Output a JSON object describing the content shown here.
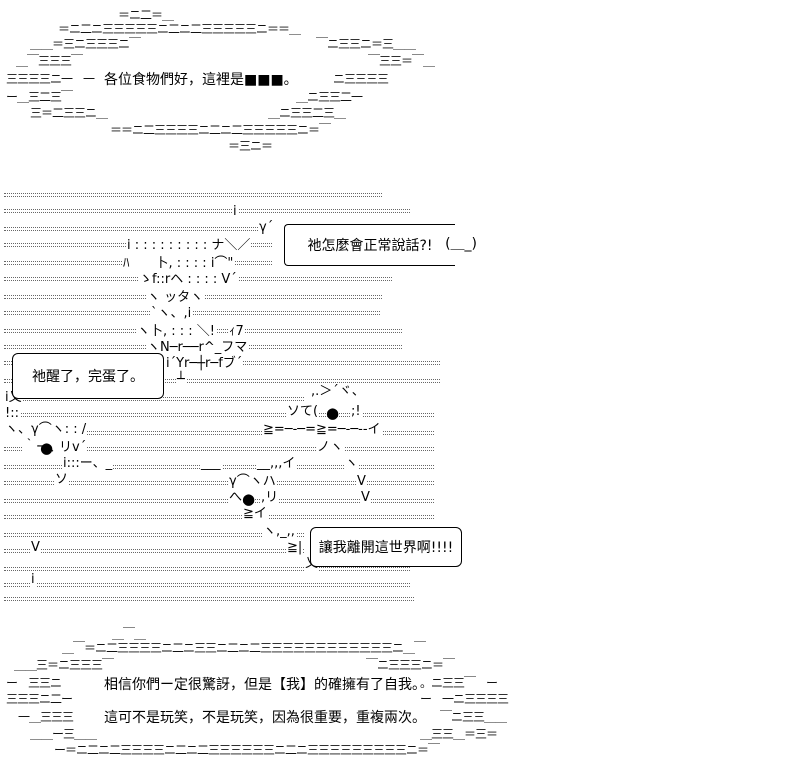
{
  "top_panel": {
    "caption": "各位食物們好，這裡是■■■。",
    "rim_top": "＝ニ二＝＿",
    "rim_lines": [
      "＝ニ二ニ三三三三三ニ二ニ二三三三三三ニ＝＝＿",
      "＿＿＝三ニ三三三ニ￣　　　　　　　　　　　　　　　　￣ニ三三ニ＝三＿＿",
      "＿￣三三三￣　　　　　　　　　　　　　　　　　　　　　　　　　　￣三三＝￣＿",
      "三三三三ニ一　一",
      "　ニ三三三三",
      "ー＿三二三￣",
      "＿ニ三三二一",
      "三＝二三三ニ＿",
      "＿ニ三三二三＿",
      "＝＝ニ二三三三三ニ二ニ二三三三三三ニ＝￣",
      "＝三ニ＝"
    ]
  },
  "scene": {
    "bubble_1": "祂怎麼會正常說話?!",
    "bubble_1_tail": "(＿_)",
    "bubble_2": "祂醒了，完蛋了。",
    "bubble_3": "讓我離開這世界啊!!!!",
    "glyphs": {
      "g1": "i",
      "g2": "γ´",
      "g3": "i : : : : : : : : : ナ＼／",
      "g4": "ﾊ　　卜, : : : : i⌒\"",
      "g5": "ゝf::rヘ : : : : V´",
      "g6": "ヽ ッタヽ",
      "g7": "`ヽ、,i",
      "g8": "ヽ卜, : : : ＼!",
      "g9": "ｨ7",
      "g10": "ヽN─r──r^_フマ",
      "g11": "ヽi´Yr─┼r─fブ´",
      "g12": "┴",
      "g13": "i乂",
      "g14": ",.＞´ヾ、",
      "g15": "ソて(",
      "g16": ";!",
      "g17": "ヽ、γ⌒ヽ: : /",
      "g18": "≧=─-─=≧=─‐─‐‐イ",
      "g19": "｀ー、_,",
      "g20": "リv´",
      "g21": "ノヽ",
      "g22": "i:::ー、_",
      "g23": "___",
      "g24": "__,,,イ",
      "g25": "ヽ",
      "g26": "ソ",
      "g27": "γ⌒ヽハ",
      "g28": "V",
      "g29": "へ,",
      "g30": ",リ",
      "g31": "V",
      "g32": "≧イ",
      "g33": "ヽ,_,,",
      "g34": "≧|",
      "g35": "V",
      "g36": "乂",
      "g37": "i",
      "g38": "!::"
    },
    "dots": [
      "●",
      "●",
      "●"
    ]
  },
  "bottom_panel": {
    "line_1": "相信你們ー定很驚訝，但是【我】的確擁有了自我。",
    "line_2": "這可不是玩笑，不是玩笑，因為很重要，重複兩次。",
    "rim_lines": [
      "＿￣＿",
      "＿￣＝ニ二三三三三ニ二ニ三三ニ二ニ二三三三三三三三三三三三三ニ＿￣",
      "＿＿三＝ニ三三三￣　　　　　　　　　　　　　　　　　　　　　　　￣ニ三三三ニ＝￣",
      "ー　三三ニ",
      "。ニ三三￣　ー",
      "三三三ニ二ー",
      "ー　一ニ三三三三",
      "一＿三三三",
      "￣ニ三三＿＿",
      "＿＿ー三＿＿",
      "＿三三＿＝三＝",
      "ー＝ニ二ニ二三三三三ニ二ニ二三三三三三三ニ二ニ三三三三三三三三三ニ＝￣"
    ]
  }
}
